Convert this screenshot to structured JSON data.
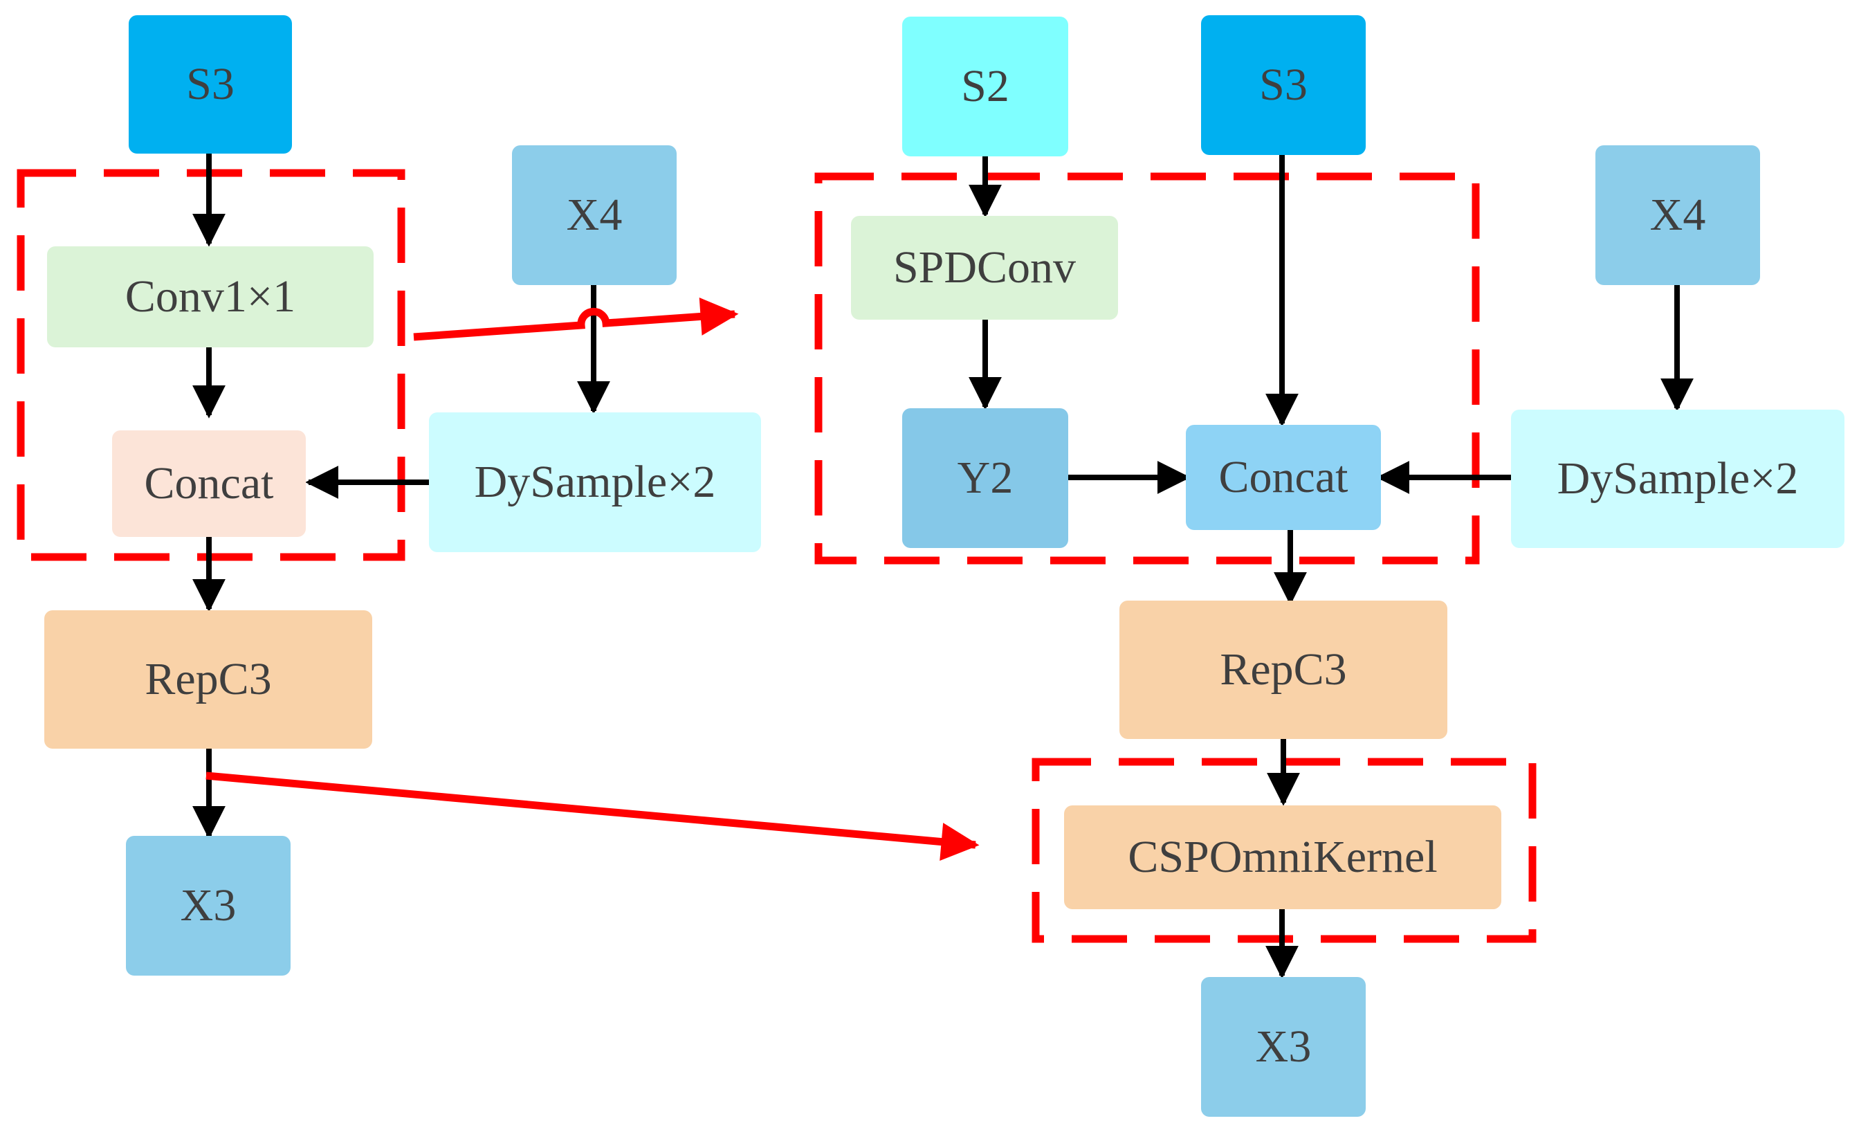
{
  "colors": {
    "s3": "#00b0f0",
    "s2": "#7fffff",
    "x_block": "#8ccdea",
    "y2": "#85c8e8",
    "concat_right": "#8ed3f5",
    "conv": "#dbf3d7",
    "concat_left": "#fce4d8",
    "dysample": "#ccfcff",
    "repc3": "#f9d2a8",
    "arrow": "#000000",
    "highlight": "#ff0000"
  },
  "left": {
    "s3": "S3",
    "conv": "Conv1×1",
    "concat": "Concat",
    "x4": "X4",
    "dysample": "DySample×2",
    "repc3": "RepC3",
    "x3": "X3"
  },
  "right": {
    "s2": "S2",
    "s3": "S3",
    "x4": "X4",
    "spdconv": "SPDConv",
    "y2": "Y2",
    "concat": "Concat",
    "dysample": "DySample×2",
    "repc3": "RepC3",
    "csp": "CSPOmniKernel",
    "x3": "X3"
  }
}
